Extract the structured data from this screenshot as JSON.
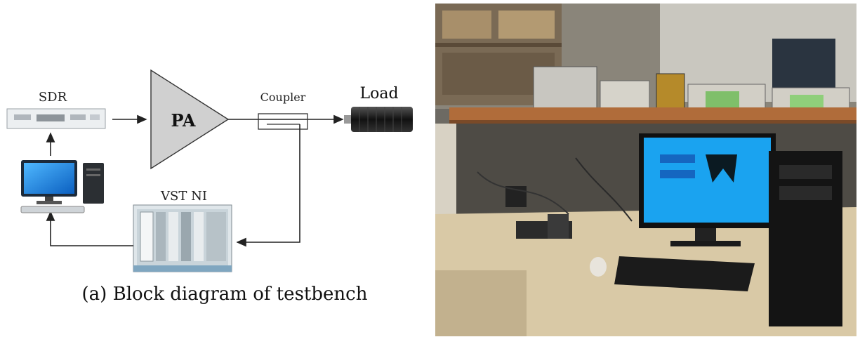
{
  "diagram": {
    "sdr_label": "SDR",
    "pa_label": "PA",
    "coupler_label": "Coupler",
    "load_label": "Load",
    "vst_label": "VST NI",
    "caption": "(a) Block diagram of testbench"
  },
  "photo": {
    "monitor_color": "#1aa3f0",
    "bench_color": "#d9c9a6",
    "shelf_color": "#b06c3a"
  }
}
